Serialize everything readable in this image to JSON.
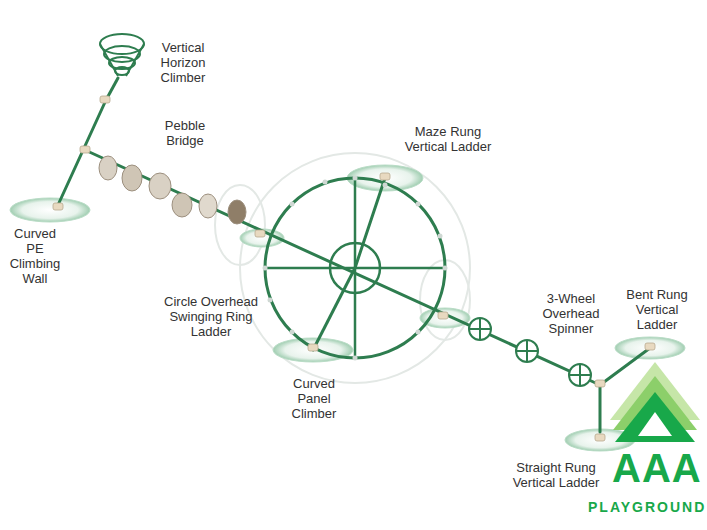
{
  "diagram": {
    "labels": [
      "Vertical Horizon Climber",
      "Pebble Bridge",
      "Maze Rung Vertical Ladder",
      "Curved PE Climbing Wall",
      "Circle Overhead Swinging Ring Ladder",
      "Curved Panel Climber",
      "3-Wheel Overhead Spinner",
      "Bent Rung Vertical Ladder",
      "Straight Rung Vertical Ladder",
      "AAA",
      "PLAYGROUND"
    ]
  }
}
